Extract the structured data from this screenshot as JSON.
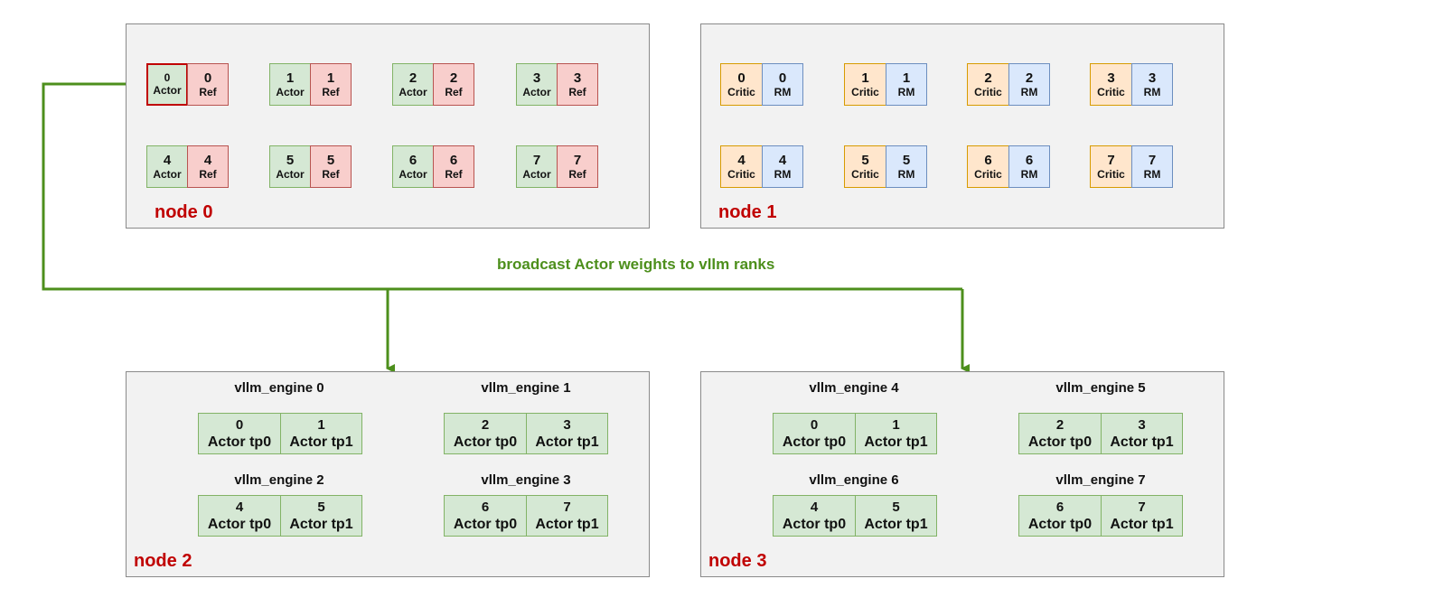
{
  "node0": {
    "label": "node 0",
    "pairs": [
      {
        "actor_num": "0",
        "actor_label": "Actor",
        "ref_num": "0",
        "ref_label": "Ref"
      },
      {
        "actor_num": "1",
        "actor_label": "Actor",
        "ref_num": "1",
        "ref_label": "Ref"
      },
      {
        "actor_num": "2",
        "actor_label": "Actor",
        "ref_num": "2",
        "ref_label": "Ref"
      },
      {
        "actor_num": "3",
        "actor_label": "Actor",
        "ref_num": "3",
        "ref_label": "Ref"
      },
      {
        "actor_num": "4",
        "actor_label": "Actor",
        "ref_num": "4",
        "ref_label": "Ref"
      },
      {
        "actor_num": "5",
        "actor_label": "Actor",
        "ref_num": "5",
        "ref_label": "Ref"
      },
      {
        "actor_num": "6",
        "actor_label": "Actor",
        "ref_num": "6",
        "ref_label": "Ref"
      },
      {
        "actor_num": "7",
        "actor_label": "Actor",
        "ref_num": "7",
        "ref_label": "Ref"
      }
    ]
  },
  "node1": {
    "label": "node 1",
    "pairs": [
      {
        "critic_num": "0",
        "critic_label": "Critic",
        "rm_num": "0",
        "rm_label": "RM"
      },
      {
        "critic_num": "1",
        "critic_label": "Critic",
        "rm_num": "1",
        "rm_label": "RM"
      },
      {
        "critic_num": "2",
        "critic_label": "Critic",
        "rm_num": "2",
        "rm_label": "RM"
      },
      {
        "critic_num": "3",
        "critic_label": "Critic",
        "rm_num": "3",
        "rm_label": "RM"
      },
      {
        "critic_num": "4",
        "critic_label": "Critic",
        "rm_num": "4",
        "rm_label": "RM"
      },
      {
        "critic_num": "5",
        "critic_label": "Critic",
        "rm_num": "5",
        "rm_label": "RM"
      },
      {
        "critic_num": "6",
        "critic_label": "Critic",
        "rm_num": "6",
        "rm_label": "RM"
      },
      {
        "critic_num": "7",
        "critic_label": "Critic",
        "rm_num": "7",
        "rm_label": "RM"
      }
    ]
  },
  "broadcast_label": "broadcast Actor weights to vllm ranks",
  "node2": {
    "label": "node 2",
    "engines": [
      {
        "title": "vllm_engine 0",
        "ranks": [
          {
            "num": "0",
            "label": "Actor tp0"
          },
          {
            "num": "1",
            "label": "Actor tp1"
          }
        ]
      },
      {
        "title": "vllm_engine 1",
        "ranks": [
          {
            "num": "2",
            "label": "Actor tp0"
          },
          {
            "num": "3",
            "label": "Actor tp1"
          }
        ]
      },
      {
        "title": "vllm_engine 2",
        "ranks": [
          {
            "num": "4",
            "label": "Actor tp0"
          },
          {
            "num": "5",
            "label": "Actor tp1"
          }
        ]
      },
      {
        "title": "vllm_engine 3",
        "ranks": [
          {
            "num": "6",
            "label": "Actor tp0"
          },
          {
            "num": "7",
            "label": "Actor tp1"
          }
        ]
      }
    ]
  },
  "node3": {
    "label": "node 3",
    "engines": [
      {
        "title": "vllm_engine 4",
        "ranks": [
          {
            "num": "0",
            "label": "Actor tp0"
          },
          {
            "num": "1",
            "label": "Actor tp1"
          }
        ]
      },
      {
        "title": "vllm_engine 5",
        "ranks": [
          {
            "num": "2",
            "label": "Actor tp0"
          },
          {
            "num": "3",
            "label": "Actor tp1"
          }
        ]
      },
      {
        "title": "vllm_engine 6",
        "ranks": [
          {
            "num": "4",
            "label": "Actor tp0"
          },
          {
            "num": "5",
            "label": "Actor tp1"
          }
        ]
      },
      {
        "title": "vllm_engine 7",
        "ranks": [
          {
            "num": "6",
            "label": "Actor tp0"
          },
          {
            "num": "7",
            "label": "Actor tp1"
          }
        ]
      }
    ]
  },
  "colors": {
    "actor_fill": "#d5e8d4",
    "ref_fill": "#f8cecc",
    "critic_fill": "#ffe6cc",
    "rm_fill": "#dae8fc",
    "node_label": "#c00000",
    "broadcast_line": "#4d8f1c"
  }
}
